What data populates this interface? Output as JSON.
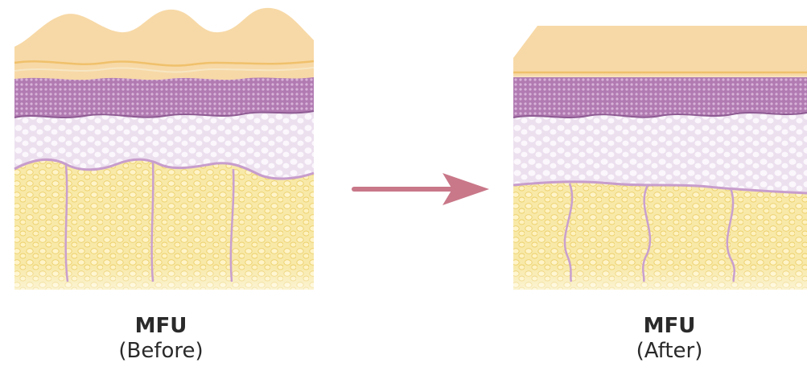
{
  "before": {
    "title": "MFU",
    "subtitle": "(Before)"
  },
  "after": {
    "title": "MFU",
    "subtitle": "(After)"
  },
  "colors": {
    "epidermis": "#f7d9a7",
    "epidermis_edge": "#f2c77f",
    "dermis_purple": "#b682b6",
    "dermis_dark": "#8e5b93",
    "connective": "#f1e8f3",
    "fat": "#f7e8a2",
    "fat_cell_edge": "#efd36a",
    "septa": "#c79dcc",
    "arrow": "#c97889"
  }
}
